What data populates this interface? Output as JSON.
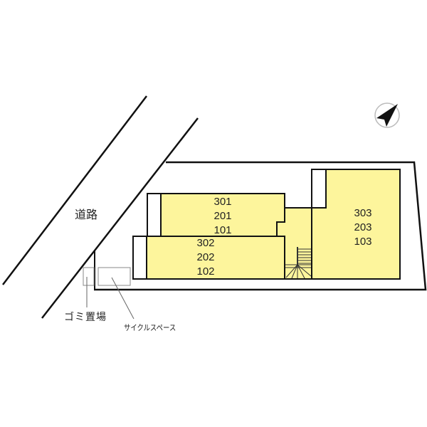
{
  "road": {
    "label": "道路"
  },
  "buildings": [
    {
      "id": "block-a",
      "units": [
        "301",
        "201",
        "101"
      ]
    },
    {
      "id": "block-b",
      "units": [
        "302",
        "202",
        "102"
      ]
    },
    {
      "id": "block-c",
      "units": [
        "303",
        "203",
        "103"
      ]
    }
  ],
  "facilities": {
    "garbage": "ゴミ置場",
    "bicycle": "サイクルスペース"
  },
  "compass": {
    "icon": "north-arrow-icon"
  },
  "colors": {
    "unit_fill": "#fdf59c",
    "line": "#111111",
    "facility_line": "#888888"
  }
}
